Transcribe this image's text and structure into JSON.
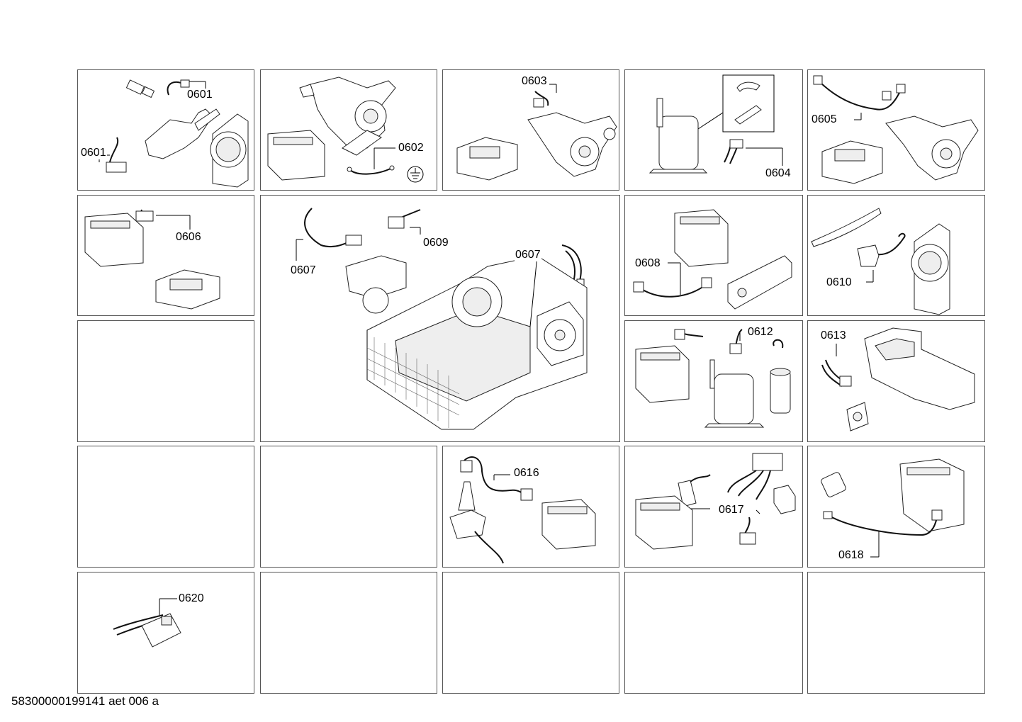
{
  "labels": {
    "p0601a": "0601",
    "p0601b": "0601",
    "p0602": "0602",
    "p0603": "0603",
    "p0604": "0604",
    "p0605": "0605",
    "p0606": "0606",
    "p0607a": "0607",
    "p0607b": "0607",
    "p0609": "0609",
    "p0608": "0608",
    "p0610": "0610",
    "p0612": "0612",
    "p0613": "0613",
    "p0616": "0616",
    "p0617": "0617",
    "p0618": "0618",
    "p0620": "0620"
  },
  "footer": "58300000199141 aet 006 a"
}
